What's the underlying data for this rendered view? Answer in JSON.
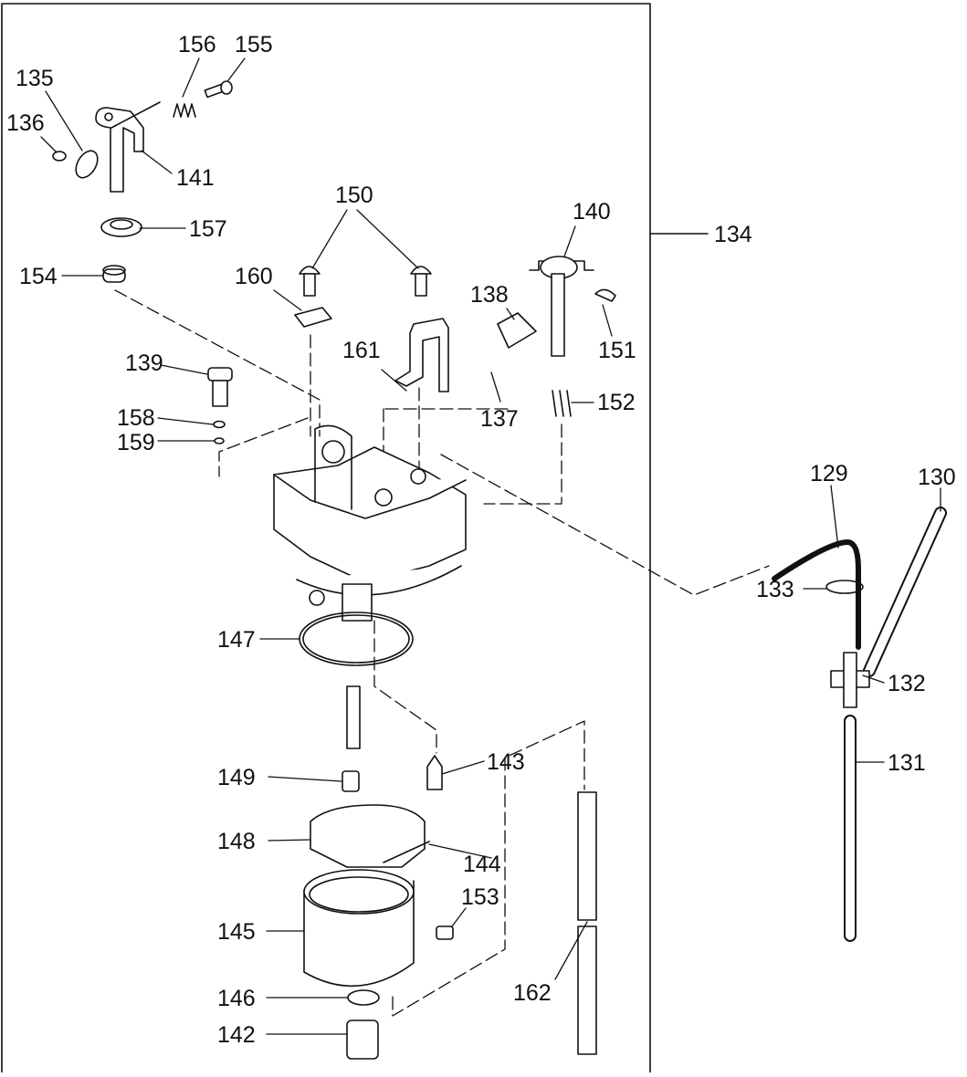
{
  "diagram": {
    "assembly_number": "134",
    "parts": [
      {
        "id": "p155",
        "number": "155"
      },
      {
        "id": "p156",
        "number": "156"
      },
      {
        "id": "p135",
        "number": "135"
      },
      {
        "id": "p136",
        "number": "136"
      },
      {
        "id": "p141",
        "number": "141"
      },
      {
        "id": "p157",
        "number": "157"
      },
      {
        "id": "p150",
        "number": "150"
      },
      {
        "id": "p140",
        "number": "140"
      },
      {
        "id": "p154",
        "number": "154"
      },
      {
        "id": "p160",
        "number": "160"
      },
      {
        "id": "p138",
        "number": "138"
      },
      {
        "id": "p151",
        "number": "151"
      },
      {
        "id": "p139",
        "number": "139"
      },
      {
        "id": "p161",
        "number": "161"
      },
      {
        "id": "p137",
        "number": "137"
      },
      {
        "id": "p152",
        "number": "152"
      },
      {
        "id": "p158",
        "number": "158"
      },
      {
        "id": "p159",
        "number": "159"
      },
      {
        "id": "p129",
        "number": "129"
      },
      {
        "id": "p130",
        "number": "130"
      },
      {
        "id": "p133",
        "number": "133"
      },
      {
        "id": "p147",
        "number": "147"
      },
      {
        "id": "p132",
        "number": "132"
      },
      {
        "id": "p143",
        "number": "143"
      },
      {
        "id": "p131",
        "number": "131"
      },
      {
        "id": "p149",
        "number": "149"
      },
      {
        "id": "p148",
        "number": "148"
      },
      {
        "id": "p144",
        "number": "144"
      },
      {
        "id": "p153",
        "number": "153"
      },
      {
        "id": "p145",
        "number": "145"
      },
      {
        "id": "p162",
        "number": "162"
      },
      {
        "id": "p146",
        "number": "146"
      },
      {
        "id": "p142",
        "number": "142"
      }
    ],
    "colors": {
      "line": "#111111",
      "fill": "#ffffff",
      "shade": "#d9d9d9",
      "dark": "#555555"
    }
  }
}
